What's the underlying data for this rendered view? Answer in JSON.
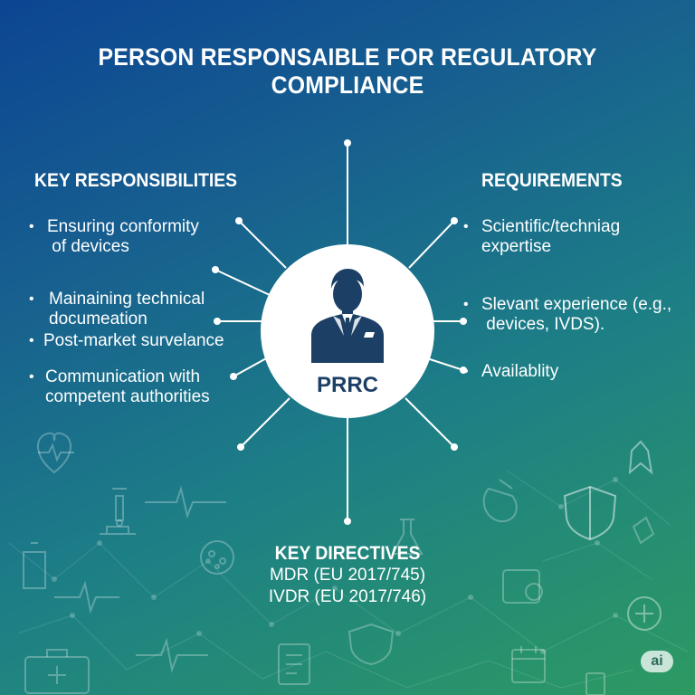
{
  "title": "PERSON RESPONSAIBLE FOR REGULATORY COMPLIANCE",
  "center": {
    "label": "PRRC",
    "icon": "person-suit-icon"
  },
  "left_section": {
    "heading": "KEY RESPONSIBILITIES",
    "items": [
      "Ensuring conformity\n of devices",
      "Mainaining technical\ndocumeation",
      "Post-market survelance",
      "Communication with\ncompetent authorities"
    ]
  },
  "right_section": {
    "heading": "REQUIREMENTS",
    "items": [
      "Scientific/techniag\nexpertise",
      "Slevant experience (e.g.,\n devices, IVDS).",
      "Availablity"
    ]
  },
  "directives": {
    "heading": "KEY DIRECTIVES",
    "items": [
      "MDR (EU 2017/745)",
      "IVDR (EU 2017/746)"
    ]
  },
  "badge": "ai",
  "colors": {
    "background_start": "#0c4593",
    "background_end": "#2d9a62",
    "circle": "#ffffff",
    "person": "#1c3f66",
    "text": "#ffffff"
  },
  "background_icons": [
    "heart-rate-icon",
    "microscope-icon",
    "pulse-line-icon",
    "medical-kit-icon",
    "shield-icon",
    "medication-icon",
    "flask-icon",
    "clipboard-icon",
    "calendar-icon",
    "bacteria-icon",
    "pill-bottle-icon",
    "medical-cross-icon",
    "network-icon"
  ]
}
